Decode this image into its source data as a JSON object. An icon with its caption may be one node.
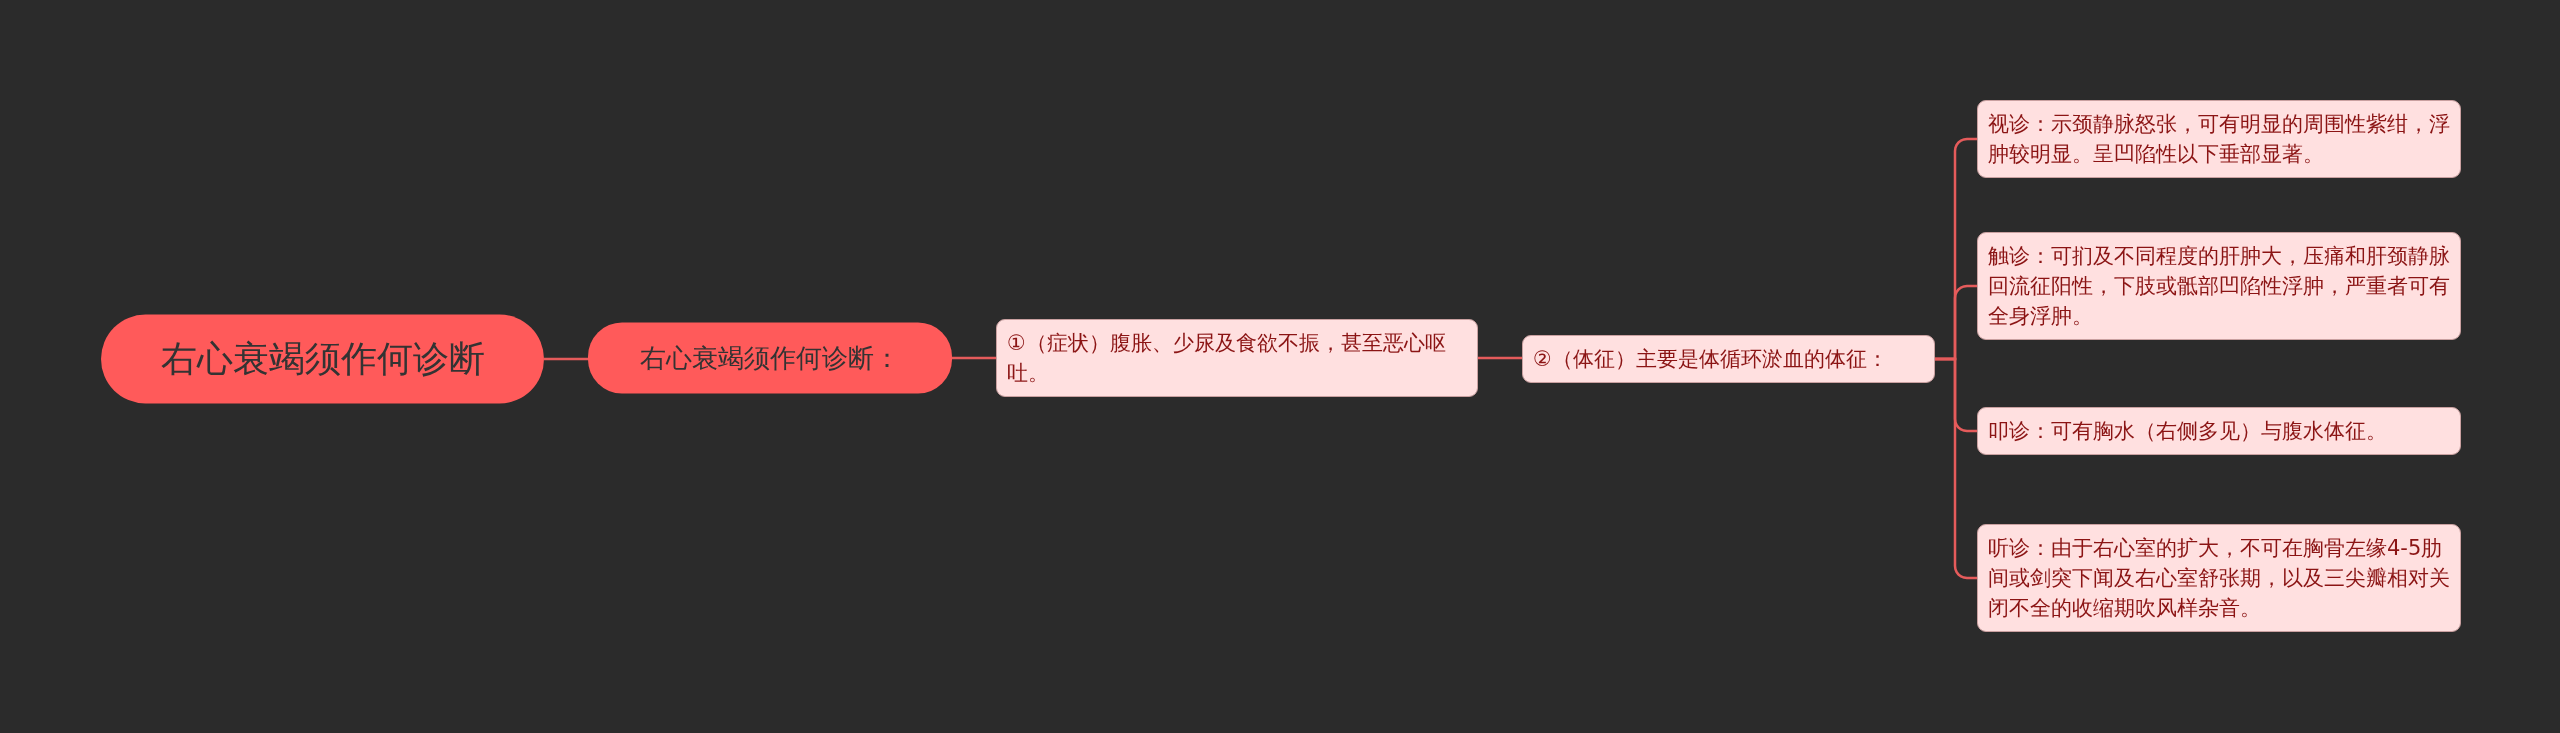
{
  "diagram": {
    "nodes": [
      {
        "text": [
          "右心衰竭须作何诊断"
        ]
      },
      {
        "text": [
          "右心衰竭须作何诊断："
        ]
      },
      {
        "text": [
          "①（症状）腹胀、少尿及食欲不振，甚至恶心呕吐。"
        ]
      },
      {
        "text": [
          "②（体征）主要是体循环淤血的体征："
        ]
      },
      {
        "text": [
          "视诊：示颈静脉怒张，可有明显的周围性紫绀，浮肿较明显。呈凹陷性以下垂部显著。"
        ]
      },
      {
        "text": [
          "触诊：可扪及不同程度的肝肿大，压痛和肝颈静脉回流征阳性，下肢或骶部凹陷性浮肿，严重者可有全身浮肿。"
        ]
      },
      {
        "text": [
          "叩诊：可有胸水（右侧多见）与腹水体征。"
        ]
      },
      {
        "text": [
          "听诊：由于右心室的扩大，不可在胸骨左缘4-5肋间或剑突下闻及右心室舒张期，以及三尖瓣相对关闭不全的收缩期吹风样杂音。"
        ]
      }
    ],
    "edges": [
      {
        "from": 0,
        "to": 1,
        "arrow": "none"
      },
      {
        "from": 1,
        "to": 2,
        "arrow": "none"
      },
      {
        "from": 2,
        "to": 3,
        "arrow": "none"
      },
      {
        "from": 3,
        "to": 4,
        "arrow": "none"
      },
      {
        "from": 3,
        "to": 5,
        "arrow": "none"
      },
      {
        "from": 3,
        "to": 6,
        "arrow": "none"
      },
      {
        "from": 3,
        "to": 7,
        "arrow": "none"
      }
    ]
  }
}
